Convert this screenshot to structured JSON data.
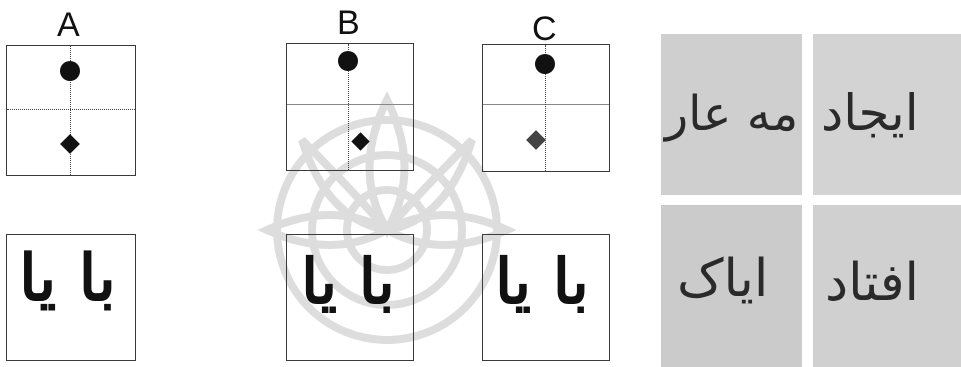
{
  "labels": {
    "a": "A",
    "b": "B",
    "c": "C"
  },
  "glyphs": {
    "a_pair": "با  یا",
    "b_pair": "با  یا",
    "c_pair": "با  یا"
  },
  "photos": {
    "top_left": "مه عار",
    "top_right": "ایجاد",
    "bottom_left": "ایاک",
    "bottom_right": "افتاد"
  },
  "colors": {
    "ink": "#111111",
    "photo_bg": "#cfcfcf",
    "frame": "#3a3a3a"
  }
}
